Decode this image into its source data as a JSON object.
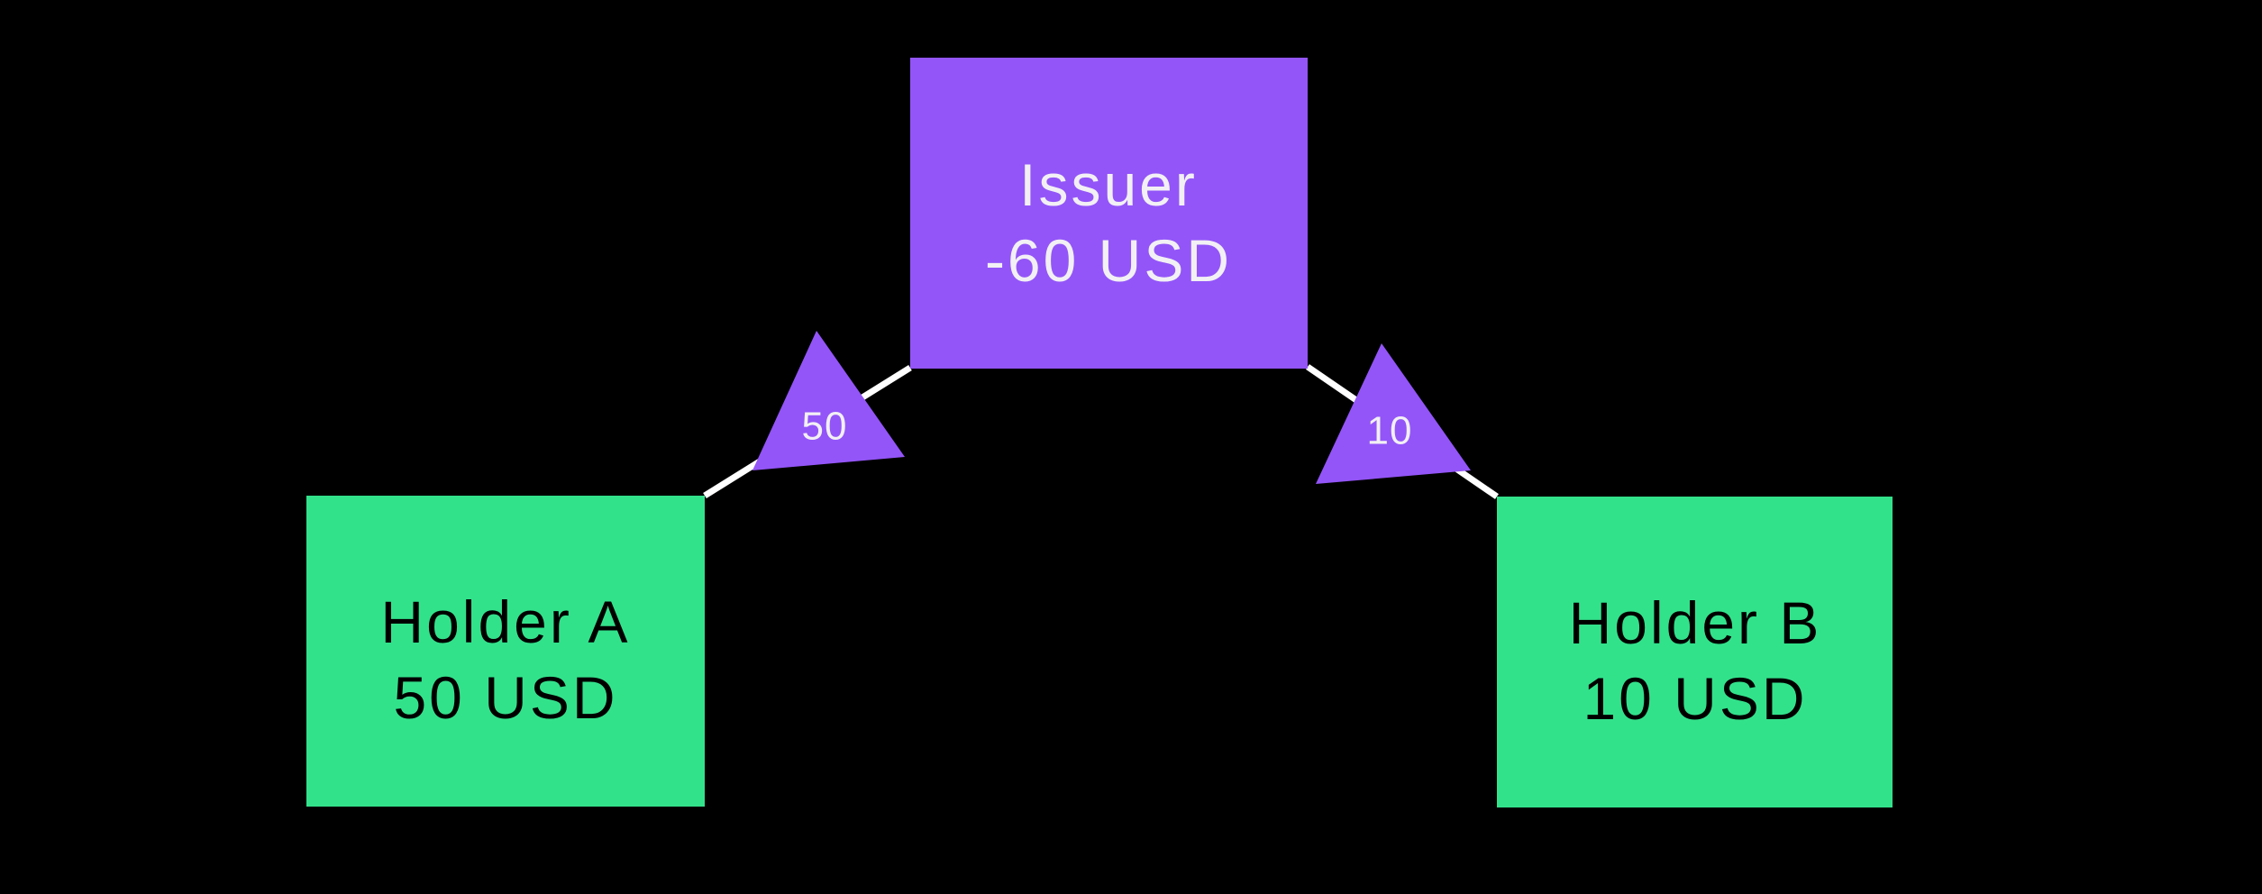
{
  "canvas": {
    "background": "#000000"
  },
  "colors": {
    "issuer_fill": "#9355F8",
    "holder_fill": "#32E28B",
    "edge_stroke": "#FFFFFF",
    "light_text": "#F2F0F4",
    "dark_text": "#000000"
  },
  "nodes": {
    "issuer": {
      "label": "Issuer",
      "balance": "-60 USD"
    },
    "holder_a": {
      "label": "Holder A",
      "balance": "50 USD"
    },
    "holder_b": {
      "label": "Holder B",
      "balance": "10 USD"
    }
  },
  "edges": {
    "issuer_to_holder_a": {
      "amount": "50"
    },
    "issuer_to_holder_b": {
      "amount": "10"
    }
  }
}
